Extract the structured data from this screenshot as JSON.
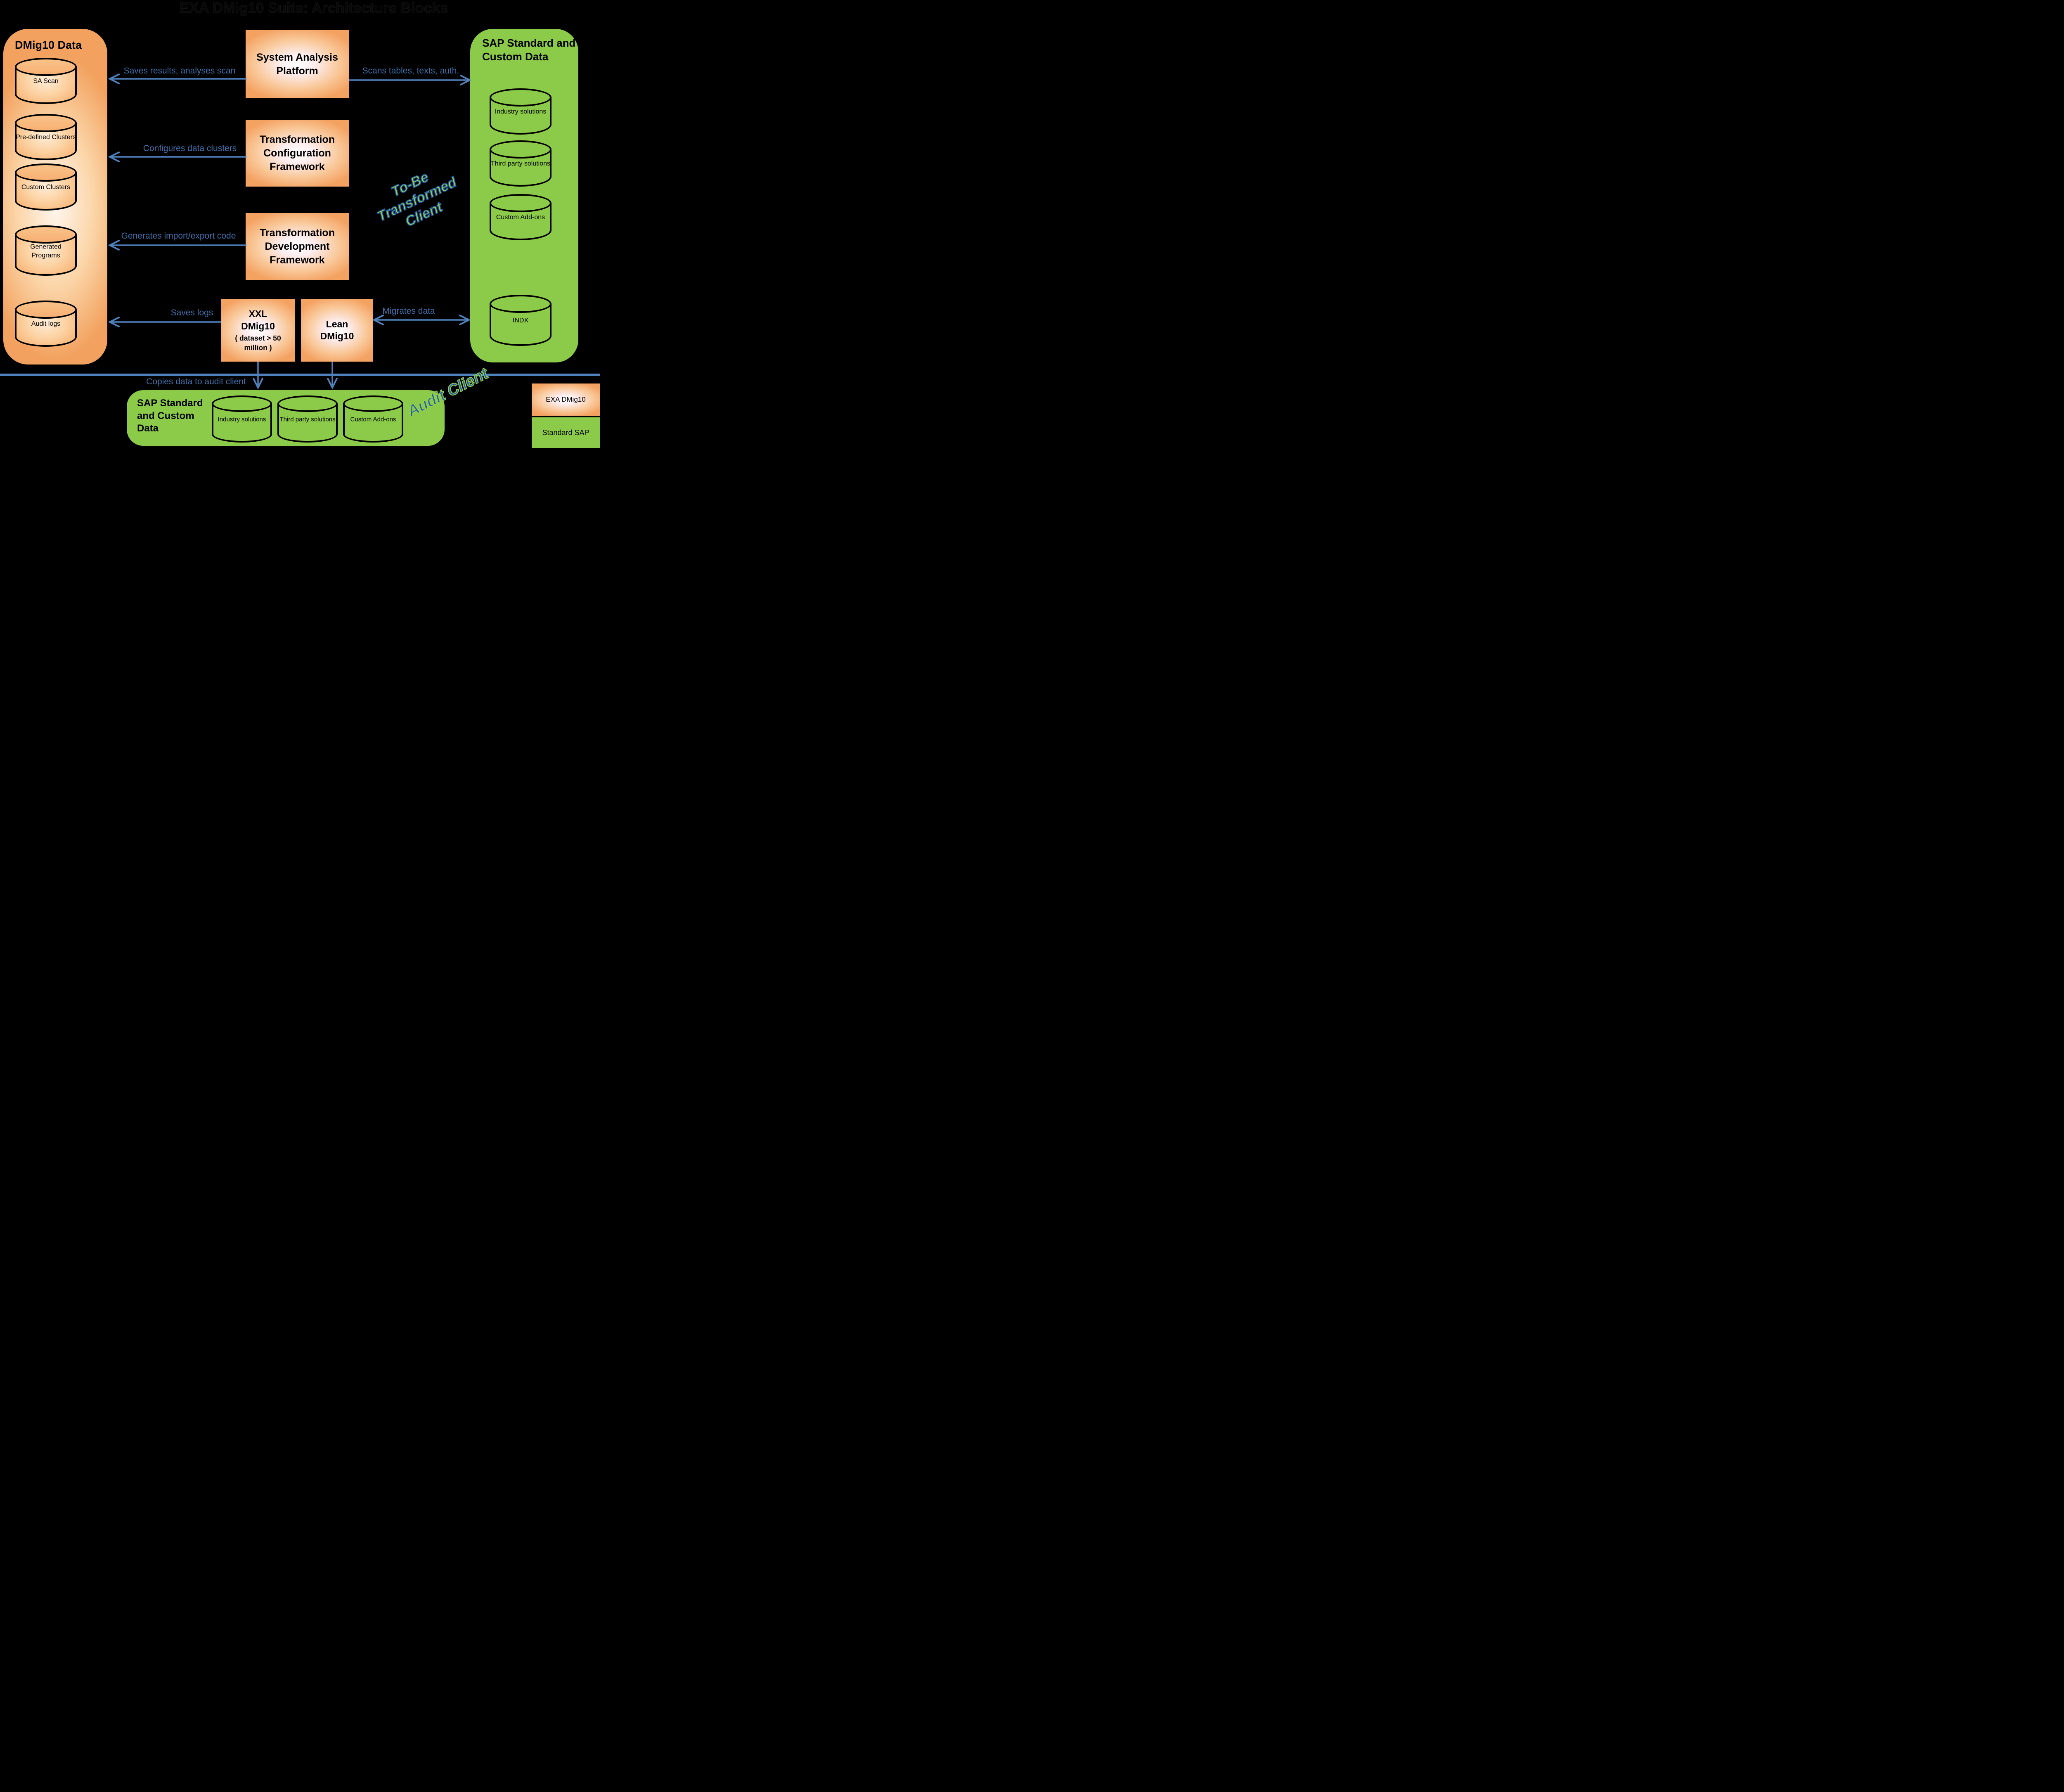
{
  "title": "EXA DMig10 Suite: Architecture Blocks",
  "left_panel": {
    "title": "DMig10 Data",
    "cylinders": [
      "SA Scan",
      "Pre-defined Clusters",
      "Custom Clusters",
      "Generated Programs",
      "Audit logs"
    ]
  },
  "center_boxes": {
    "system_analysis": "System Analysis Platform",
    "transformation_configuration": "Transformation Configuration Framework",
    "transformation_development": "Transformation Development Framework",
    "xxl": {
      "title": "XXL DMig10",
      "subtitle": "( dataset > 50 million )"
    },
    "lean": {
      "title": "Lean DMig10"
    }
  },
  "right_panel": {
    "title": "SAP Standard and Custom Data",
    "cylinders": [
      "Industry solutions",
      "Third party solutions",
      "Custom Add-ons",
      "INDX"
    ]
  },
  "bottom_panel": {
    "title": "SAP Standard and Custom Data",
    "cylinders": [
      "Industry solutions",
      "Third party solutions",
      "Custom Add-ons"
    ]
  },
  "arrow_labels": {
    "saves_results": "Saves results, analyses scan",
    "scans": "Scans tables, texts, auth.",
    "configures": "Configures data clusters",
    "generates": "Generates import/export code",
    "saves_logs": "Saves logs",
    "migrates": "Migrates data",
    "copies": "Copies data to audit client"
  },
  "annotations": {
    "to_be_client": "To-Be Transformed Client",
    "audit_client": "Audit Client"
  },
  "legend": {
    "exa": "EXA DMig10",
    "standard": "Standard SAP"
  },
  "colors": {
    "accent_blue": "#4f81bd",
    "green": "#8ccb49",
    "orange": "#f4a262",
    "background": "#000000"
  }
}
